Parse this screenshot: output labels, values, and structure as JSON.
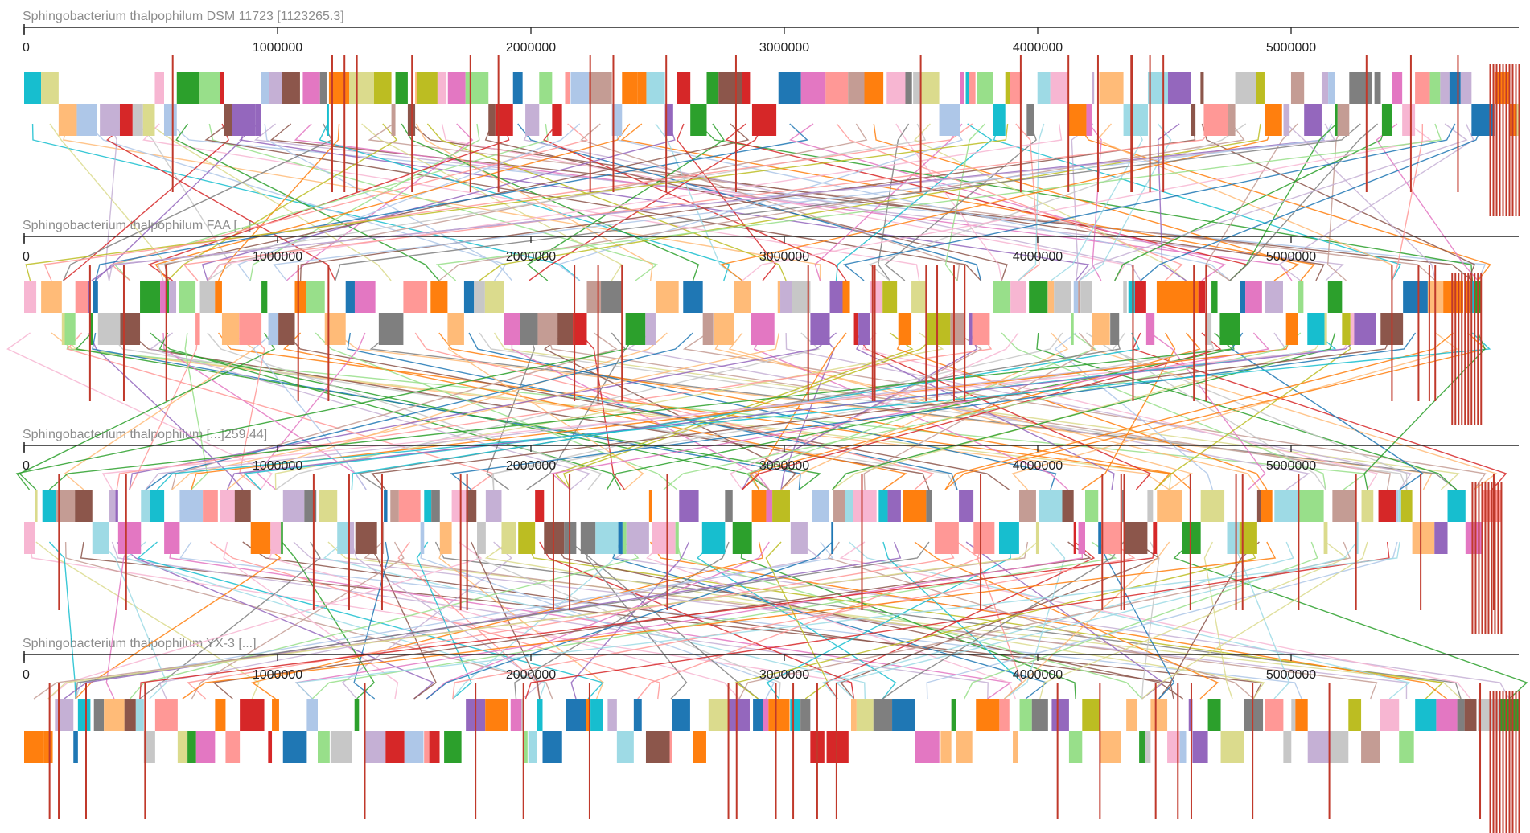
{
  "genomes": [
    {
      "title": "Sphingobacterium thalpophilum DSM 11723 [1123265.3]",
      "length": 5900000
    },
    {
      "title": "Sphingobacterium thalpophilum FAA [...]",
      "length": 5750000
    },
    {
      "title": "Sphingobacterium thalpophilum [...]259.44]",
      "length": 5830000
    },
    {
      "title": "Sphingobacterium thalpophilum YX-3 [...]",
      "length": 5900000
    }
  ],
  "axis": {
    "ticks": [
      0,
      1000000,
      2000000,
      3000000,
      4000000,
      5000000
    ],
    "tick_labels": [
      "0",
      "1000000",
      "2000000",
      "3000000",
      "4000000",
      "5000000"
    ]
  },
  "palette": [
    "#9467bd",
    "#c49c94",
    "#98df8a",
    "#dbdb8d",
    "#aec7e8",
    "#ff7f0e",
    "#2ca02c",
    "#d62728",
    "#8c564b",
    "#e377c2",
    "#f7b6d2",
    "#bcbd22",
    "#17becf",
    "#9edae5",
    "#ffbb78",
    "#ff9896",
    "#c5b0d5",
    "#c7c7c7",
    "#7f7f7f",
    "#1f77b4"
  ],
  "lcb_count": 130,
  "highlight_color": "#c0392b"
}
